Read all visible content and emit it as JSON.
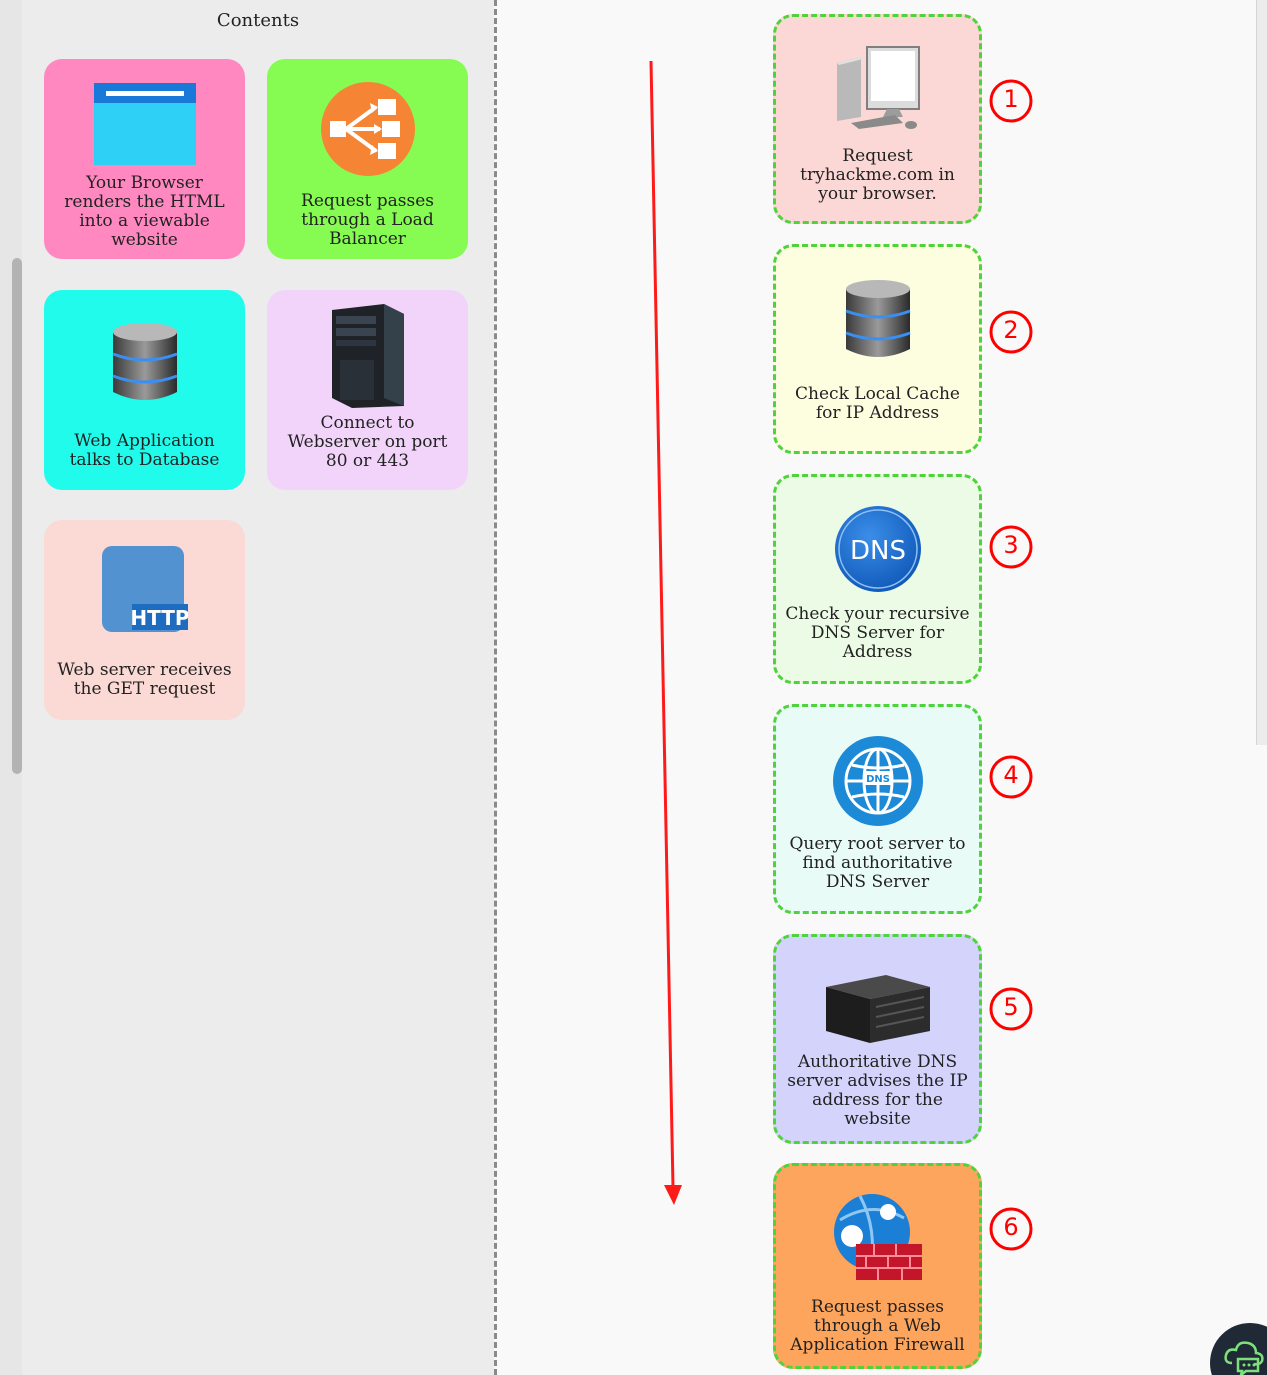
{
  "sidebar": {
    "title": "Contents",
    "cards": [
      {
        "label": "Your Browser renders the HTML into a viewable website",
        "color": "#ff88c0",
        "icon": "browser-window-icon"
      },
      {
        "label": "Request passes through a Load Balancer",
        "color": "#86fb52",
        "icon": "load-balancer-icon"
      },
      {
        "label": "Web Application talks to Database",
        "color": "#20fbec",
        "icon": "database-icon"
      },
      {
        "label": "Connect to Webserver on port 80 or 443",
        "color": "#f2d4fb",
        "icon": "server-tower-icon"
      },
      {
        "label": "Web server receives the GET request",
        "color": "#fbd9d4",
        "icon": "http-file-icon"
      }
    ]
  },
  "steps": [
    {
      "number": "①",
      "label": "Request tryhackme.com in your browser.",
      "color": "#fbd8d5",
      "icon": "desktop-computer-icon"
    },
    {
      "number": "②",
      "label": "Check Local Cache for IP Address",
      "color": "#fdfde0",
      "icon": "database-icon"
    },
    {
      "number": "③",
      "label": "Check your recursive DNS Server for Address",
      "color": "#ecfbe5",
      "icon": "dns-globe-icon"
    },
    {
      "number": "④",
      "label": "Query root server to find authoritative DNS Server",
      "color": "#e8fbf7",
      "icon": "dns-world-icon"
    },
    {
      "number": "⑤",
      "label": "Authoritative DNS server advises the IP address for the website",
      "color": "#d3d3fb",
      "icon": "rack-server-icon"
    },
    {
      "number": "⑥",
      "label": "Request passes through a Web Application Firewall",
      "color": "#fda55c",
      "icon": "firewall-icon"
    }
  ],
  "icons": {
    "dns_text": "DNS",
    "http_text": "HTTP"
  },
  "colors": {
    "step_border": "#4fd33c",
    "arrow": "#ff1a1a",
    "number": "#ff0000"
  }
}
